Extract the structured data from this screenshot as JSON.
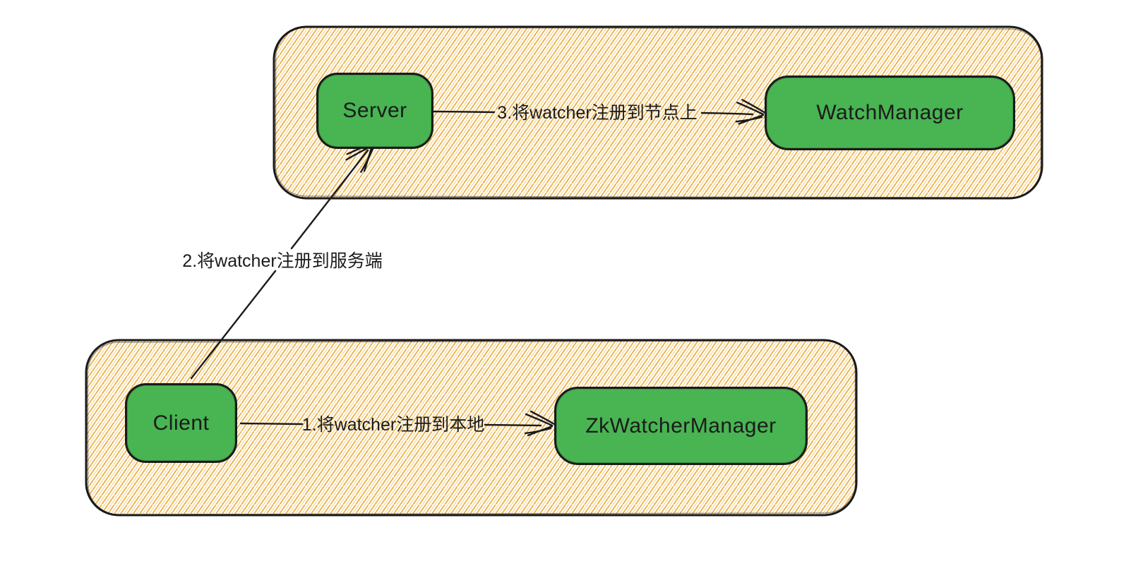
{
  "colors": {
    "background": "#ffffff",
    "node_fill": "#48b452",
    "stroke": "#1a1a1a",
    "hatch_main": "#e9ad3e",
    "hatch_light": "#f7d28b",
    "text": "#1b1b1b"
  },
  "server_group": {
    "server_label": "Server",
    "watch_manager_label": "WatchManager"
  },
  "client_group": {
    "client_label": "Client",
    "zk_watcher_manager_label": "ZkWatcherManager"
  },
  "arrows": {
    "register_local_label": "1.将watcher注册到本地",
    "register_server_label": "2.将watcher注册到服务端",
    "register_node_label": "3.将watcher注册到节点上"
  }
}
